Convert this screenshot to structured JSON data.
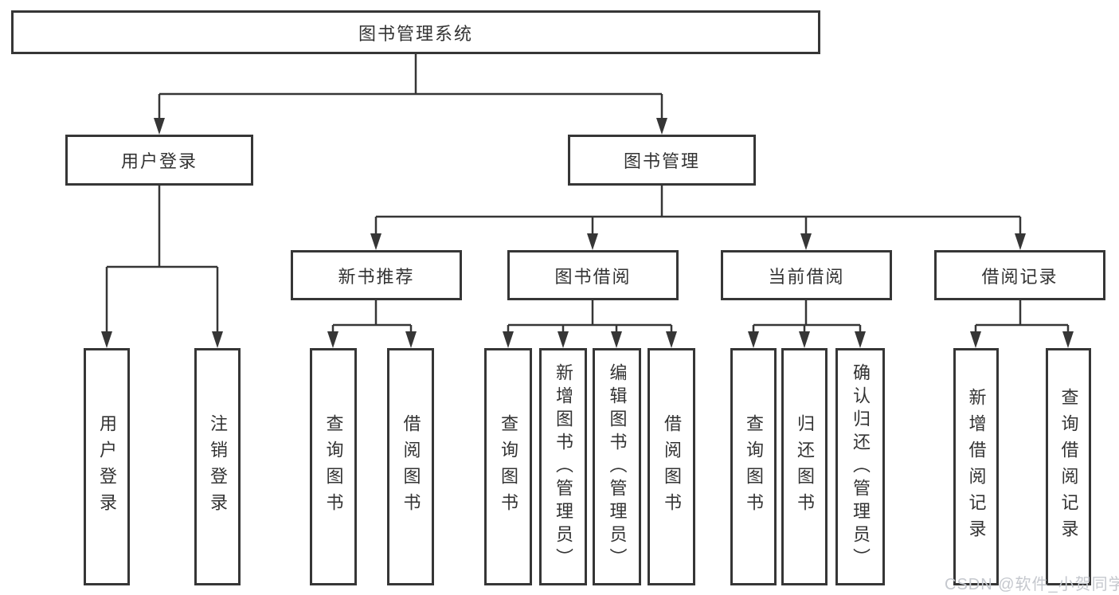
{
  "title": "图书管理系统",
  "watermark": "CSDN @软件_小贺同学",
  "colors": {
    "line": "#363636",
    "text": "#333333",
    "watermark": "#c5c8ce",
    "background": "#ffffff"
  },
  "tree": {
    "root": {
      "label": "图书管理系统"
    },
    "branches": [
      {
        "label": "用户登录",
        "children": [
          {
            "label": "用户登录"
          },
          {
            "label": "注销登录"
          }
        ]
      },
      {
        "label": "图书管理",
        "children": [
          {
            "label": "新书推荐",
            "children": [
              {
                "label": "查询图书"
              },
              {
                "label": "借阅图书"
              }
            ]
          },
          {
            "label": "图书借阅",
            "children": [
              {
                "label": "查询图书"
              },
              {
                "label": "新增图书（管理员）"
              },
              {
                "label": "编辑图书（管理员）"
              },
              {
                "label": "借阅图书"
              }
            ]
          },
          {
            "label": "当前借阅",
            "children": [
              {
                "label": "查询图书"
              },
              {
                "label": "归还图书"
              },
              {
                "label": "确认归还（管理员）"
              }
            ]
          },
          {
            "label": "借阅记录",
            "children": [
              {
                "label": "新增借阅记录"
              },
              {
                "label": "查询借阅记录"
              }
            ]
          }
        ]
      }
    ]
  }
}
